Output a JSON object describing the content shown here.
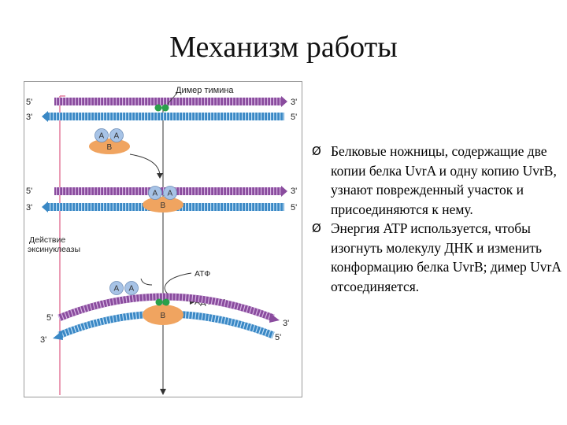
{
  "title": "Механизм работы",
  "bullets": [
    "Белковые ножницы, содержащие две копии белка UvrA и одну копию UvrB, узнают поврежденный участок и присоединяются к нему.",
    "Энергия ATP используется, чтобы изогнуть молекулу ДНК и изменить конформацию белка UvrB; димер UvrA отсоединяется."
  ],
  "bullet_marker": "Ø",
  "diagram": {
    "thymine_dimer_label": "Димер тимина",
    "excinuclease_label_line1": "Действие",
    "excinuclease_label_line2": "эксинуклеазы",
    "atp_label": "АТФ",
    "adp_label": "АДФ + Ф",
    "uvra_letter": "A",
    "uvrb_letter": "B",
    "end_5": "5'",
    "end_3": "3'",
    "colors": {
      "top_strand": "#8a4c9e",
      "bottom_strand": "#3a88c5",
      "uvra": "#a7c3e6",
      "uvrb": "#f0a460",
      "dimer": "#2aa04a",
      "marker_line": "#e37a9c"
    }
  }
}
